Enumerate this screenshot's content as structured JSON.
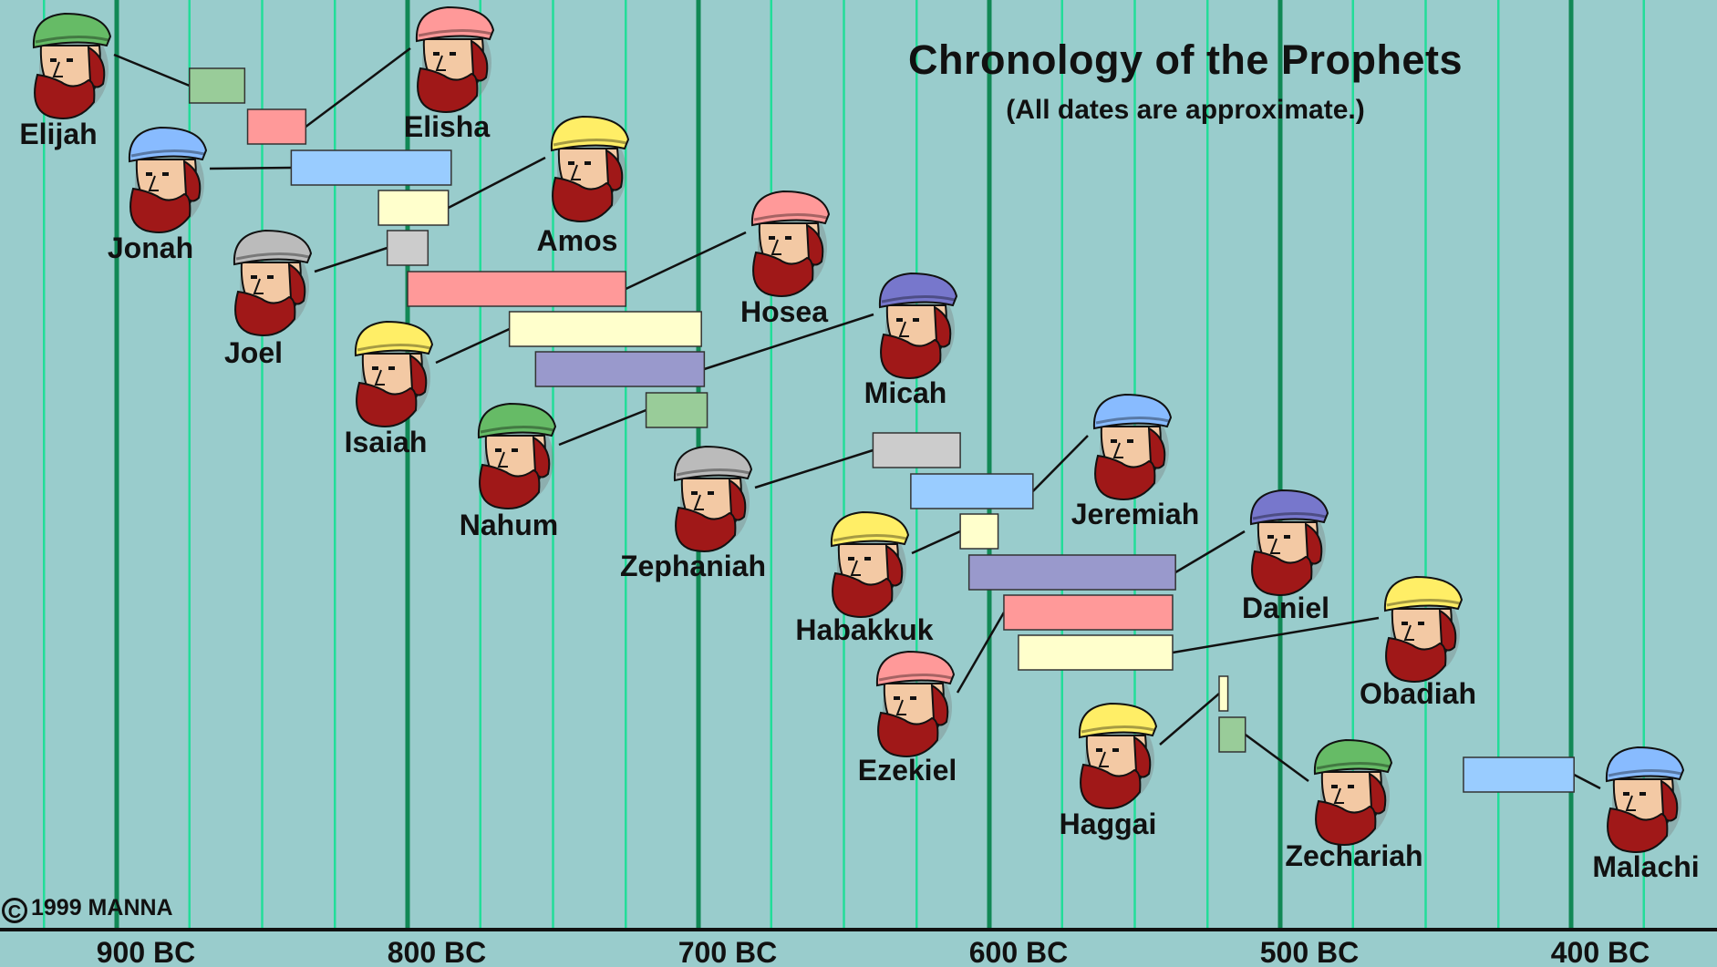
{
  "title": "Chronology of the Prophets",
  "subtitle": "(All dates are approximate.)",
  "copyright": "1999 MANNA",
  "copyright_icon": "copyright-icon",
  "colors": {
    "background": "#99cccc",
    "major_gridline": "#118855",
    "minor_gridline": "#22dd99",
    "axis": "#111111",
    "beard": "#a01818",
    "face": "#f3c9a4"
  },
  "chart_data": {
    "type": "timeline",
    "x_axis": {
      "direction": "descending",
      "range": [
        925,
        370
      ],
      "unit": "BC",
      "ticks": [
        "900 BC",
        "800 BC",
        "700 BC",
        "600 BC",
        "500 BC",
        "400 BC"
      ],
      "tick_values": [
        900,
        800,
        700,
        600,
        500,
        400
      ],
      "minor_gridline_step": 25
    },
    "series": [
      {
        "name": "Elijah",
        "start": 875,
        "end": 856,
        "color": "#99cc99",
        "hat": "#66bb66"
      },
      {
        "name": "Elisha",
        "start": 855,
        "end": 835,
        "color": "#ff9999",
        "hat": "#ff9999"
      },
      {
        "name": "Jonah",
        "start": 840,
        "end": 785,
        "color": "#99ccff",
        "hat": "#88bbff"
      },
      {
        "name": "Amos",
        "start": 810,
        "end": 786,
        "color": "#ffffcc",
        "hat": "#ffee66"
      },
      {
        "name": "Joel",
        "start": 807,
        "end": 793,
        "color": "#cccccc",
        "hat": "#bbbbbb"
      },
      {
        "name": "Hosea",
        "start": 800,
        "end": 725,
        "color": "#ff9999",
        "hat": "#ff9999"
      },
      {
        "name": "Isaiah",
        "start": 765,
        "end": 699,
        "color": "#ffffcc",
        "hat": "#ffee66"
      },
      {
        "name": "Micah",
        "start": 756,
        "end": 698,
        "color": "#9999cc",
        "hat": "#7777cc"
      },
      {
        "name": "Nahum",
        "start": 718,
        "end": 697,
        "color": "#99cc99",
        "hat": "#66bb66"
      },
      {
        "name": "Zephaniah",
        "start": 640,
        "end": 610,
        "color": "#cccccc",
        "hat": "#bbbbbb"
      },
      {
        "name": "Jeremiah",
        "start": 627,
        "end": 585,
        "color": "#99ccff",
        "hat": "#88bbff"
      },
      {
        "name": "Habakkuk",
        "start": 610,
        "end": 597,
        "color": "#ffffcc",
        "hat": "#ffee66"
      },
      {
        "name": "Daniel",
        "start": 607,
        "end": 536,
        "color": "#9999cc",
        "hat": "#7777cc"
      },
      {
        "name": "Ezekiel",
        "start": 595,
        "end": 537,
        "color": "#ff9999",
        "hat": "#ff9999"
      },
      {
        "name": "Obadiah",
        "start": 590,
        "end": 537,
        "color": "#ffffcc",
        "hat": "#ffee66"
      },
      {
        "name": "Haggai",
        "start": 521,
        "end": 518,
        "color": "#ffffcc",
        "hat": "#ffee66"
      },
      {
        "name": "Zechariah",
        "start": 521,
        "end": 512,
        "color": "#99cc99",
        "hat": "#66bb66"
      },
      {
        "name": "Malachi",
        "start": 437,
        "end": 399,
        "color": "#99ccff",
        "hat": "#88bbff"
      }
    ]
  }
}
